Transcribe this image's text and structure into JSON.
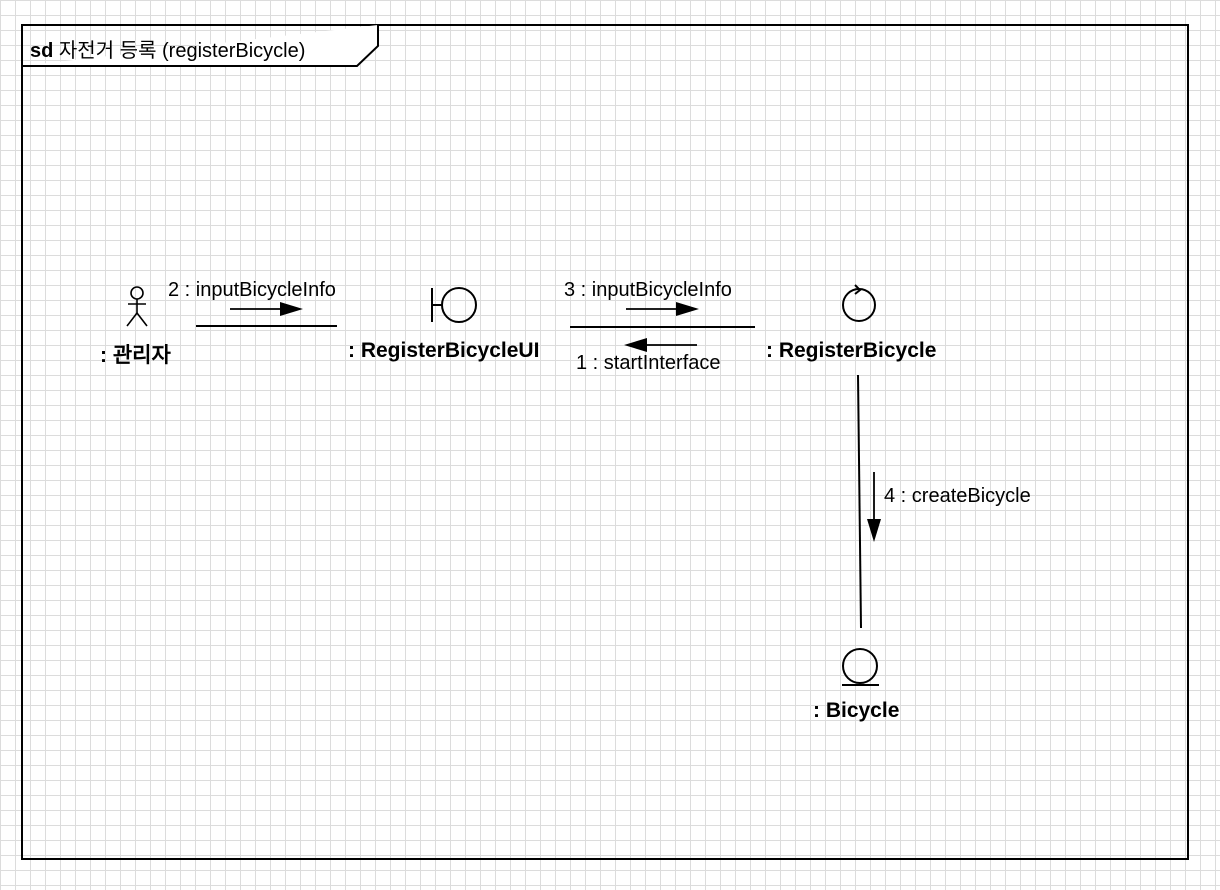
{
  "frame": {
    "keyword": "sd",
    "name": "자전거 등록 (registerBicycle)"
  },
  "objects": {
    "actor": ": 관리자",
    "boundary": ": RegisterBicycleUI",
    "control": ": RegisterBicycle",
    "entity": ": Bicycle"
  },
  "messages": {
    "m1": "1 : startInterface",
    "m2": "2 : inputBicycleInfo",
    "m3": "3 : inputBicycleInfo",
    "m4": "4 : createBicycle"
  }
}
